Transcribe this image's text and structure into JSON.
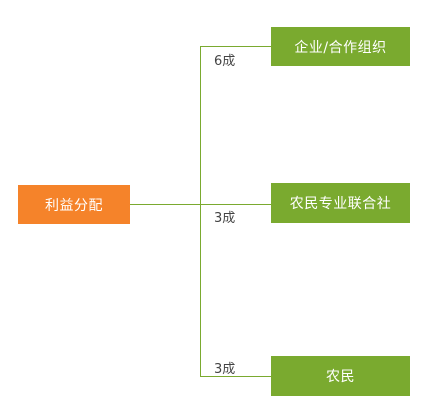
{
  "diagram": {
    "root": {
      "label": "利益分配"
    },
    "branches": [
      {
        "label": "企业/合作组织",
        "share": "6成"
      },
      {
        "label": "农民专业联合社",
        "share": "3成"
      },
      {
        "label": "农民",
        "share": "3成"
      }
    ]
  },
  "colors": {
    "root_fill": "#f5832a",
    "branch_fill": "#7aaa2f",
    "connector": "#7aaa2f",
    "share_text": "#444444"
  }
}
